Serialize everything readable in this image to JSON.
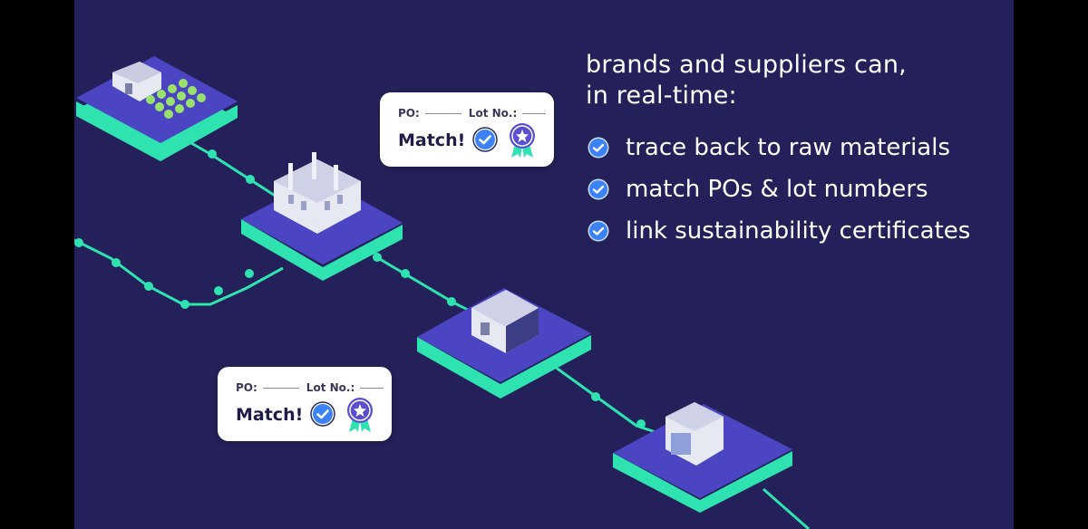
{
  "headline": {
    "line1": "brands and suppliers can,",
    "line2": "in real-time:"
  },
  "features": [
    {
      "label": "trace back to raw materials",
      "icon": "check-circle-icon"
    },
    {
      "label": "match POs & lot numbers",
      "icon": "check-circle-icon"
    },
    {
      "label": "link sustainability certificates",
      "icon": "check-circle-icon"
    }
  ],
  "cards": [
    {
      "po_label": "PO:",
      "lot_label": "Lot No.:",
      "status": "Match!",
      "icons": [
        "check-circle-icon",
        "award-ribbon-icon"
      ]
    },
    {
      "po_label": "PO:",
      "lot_label": "Lot No.:",
      "status": "Match!",
      "icons": [
        "check-circle-icon",
        "award-ribbon-icon"
      ]
    }
  ],
  "colors": {
    "background": "#24215a",
    "tile_top": "#4b45c4",
    "tile_edge": "#2fe3b0",
    "accent_blue": "#3b82f6",
    "badge_purple": "#5a4fcf",
    "ribbon_teal": "#2fe3b0"
  }
}
